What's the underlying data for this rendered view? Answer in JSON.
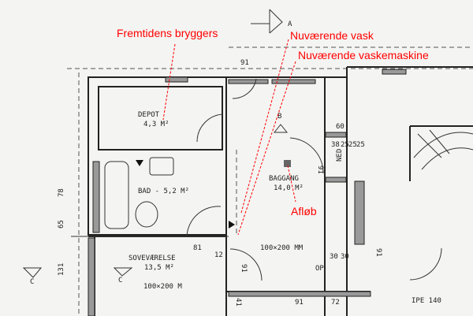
{
  "annotations": {
    "future_utility": "Fremtidens bryggers",
    "current_sink": "Nuværende vask",
    "current_washer": "Nuværende vaskemaskine",
    "drain": "Afløb",
    "color": "#ff0000"
  },
  "rooms": {
    "depot_name": "DEPOT",
    "depot_area": "4,3 M²",
    "bath_name": "BAD - 5,2 M²",
    "hall_name": "BAGGANG",
    "hall_area": "14,0 M²",
    "bed_name": "SOVEVÆRELSE",
    "bed_area": "13,5 M²"
  },
  "dimensions": {
    "d91_top": "91",
    "d60": "60",
    "d38": "38",
    "d25a": "25",
    "d25b": "25",
    "d25c": "25",
    "ned": "NED",
    "d91_hall": "91",
    "d78": "78",
    "d65": "65",
    "d131": "131",
    "d81": "81",
    "d12": "12",
    "door1": "100×200 MM",
    "door2": "100×200 M",
    "d30": "30",
    "d30b": "30",
    "op": "OP",
    "d91_low": "91",
    "d91_low2": "91",
    "d72": "72",
    "d91_right": "91",
    "d41": "41",
    "ipe": "IPE 140",
    "sec_a": "A",
    "sec_b": "B",
    "sec_c1": "C",
    "sec_c2": "C"
  }
}
